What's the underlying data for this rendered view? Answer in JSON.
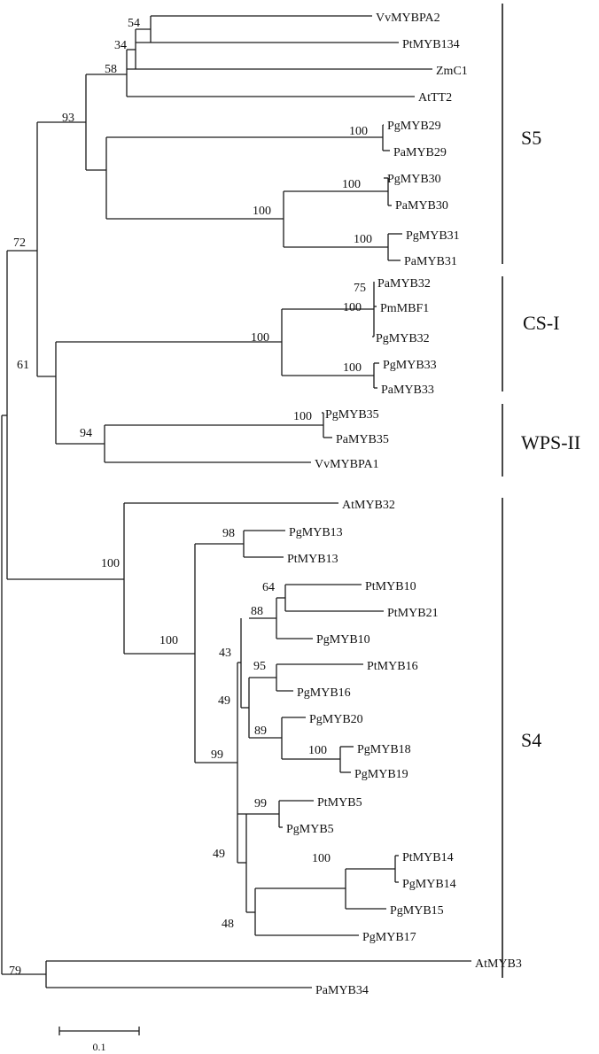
{
  "leaves": [
    {
      "key": "VvMYBPA2",
      "label": "VvMYBPA2"
    },
    {
      "key": "PtMYB134",
      "label": "PtMYB134"
    },
    {
      "key": "ZmC1",
      "label": "ZmC1"
    },
    {
      "key": "AtTT2",
      "label": "AtTT2"
    },
    {
      "key": "PgMYB29",
      "label": "PgMYB29"
    },
    {
      "key": "PaMYB29",
      "label": "PaMYB29"
    },
    {
      "key": "PgMYB30",
      "label": "PgMYB30"
    },
    {
      "key": "PaMYB30",
      "label": "PaMYB30"
    },
    {
      "key": "PgMYB31",
      "label": "PgMYB31"
    },
    {
      "key": "PaMYB31",
      "label": "PaMYB31"
    },
    {
      "key": "PaMYB32",
      "label": "PaMYB32"
    },
    {
      "key": "PmMBF1",
      "label": "PmMBF1"
    },
    {
      "key": "PgMYB32",
      "label": "PgMYB32"
    },
    {
      "key": "PgMYB33",
      "label": "PgMYB33"
    },
    {
      "key": "PaMYB33",
      "label": "PaMYB33"
    },
    {
      "key": "PgMYB35",
      "label": "PgMYB35"
    },
    {
      "key": "PaMYB35",
      "label": "PaMYB35"
    },
    {
      "key": "VvMYBPA1",
      "label": "VvMYBPA1"
    },
    {
      "key": "AtMYB32",
      "label": "AtMYB32"
    },
    {
      "key": "PgMYB13",
      "label": "PgMYB13"
    },
    {
      "key": "PtMYB13",
      "label": "PtMYB13"
    },
    {
      "key": "PtMYB10",
      "label": "PtMYB10"
    },
    {
      "key": "PtMYB21",
      "label": "PtMYB21"
    },
    {
      "key": "PgMYB10",
      "label": "PgMYB10"
    },
    {
      "key": "PtMYB16",
      "label": "PtMYB16"
    },
    {
      "key": "PgMYB16",
      "label": "PgMYB16"
    },
    {
      "key": "PgMYB20",
      "label": "PgMYB20"
    },
    {
      "key": "PgMYB18",
      "label": "PgMYB18"
    },
    {
      "key": "PgMYB19",
      "label": "PgMYB19"
    },
    {
      "key": "PtMYB5",
      "label": "PtMYB5"
    },
    {
      "key": "PgMYB5",
      "label": "PgMYB5"
    },
    {
      "key": "PtMYB14",
      "label": "PtMYB14"
    },
    {
      "key": "PgMYB14",
      "label": "PgMYB14"
    },
    {
      "key": "PgMYB15",
      "label": "PgMYB15"
    },
    {
      "key": "PgMYB17",
      "label": "PgMYB17"
    },
    {
      "key": "AtMYB3",
      "label": "AtMYB3"
    },
    {
      "key": "PaMYB34",
      "label": "PaMYB34"
    }
  ],
  "support_values": [
    "54",
    "34",
    "58",
    "93",
    "100",
    "100",
    "100",
    "100",
    "72",
    "75",
    "100",
    "100",
    "100",
    "61",
    "100",
    "94",
    "98",
    "64",
    "88",
    "43",
    "95",
    "49",
    "89",
    "100",
    "99",
    "99",
    "100",
    "49",
    "48",
    "100",
    "100",
    "79"
  ],
  "groups": [
    {
      "label": "S5"
    },
    {
      "label": "CS-I"
    },
    {
      "label": "WPS-II"
    },
    {
      "label": "S4"
    }
  ],
  "scale_bar": {
    "label": "0.1"
  }
}
